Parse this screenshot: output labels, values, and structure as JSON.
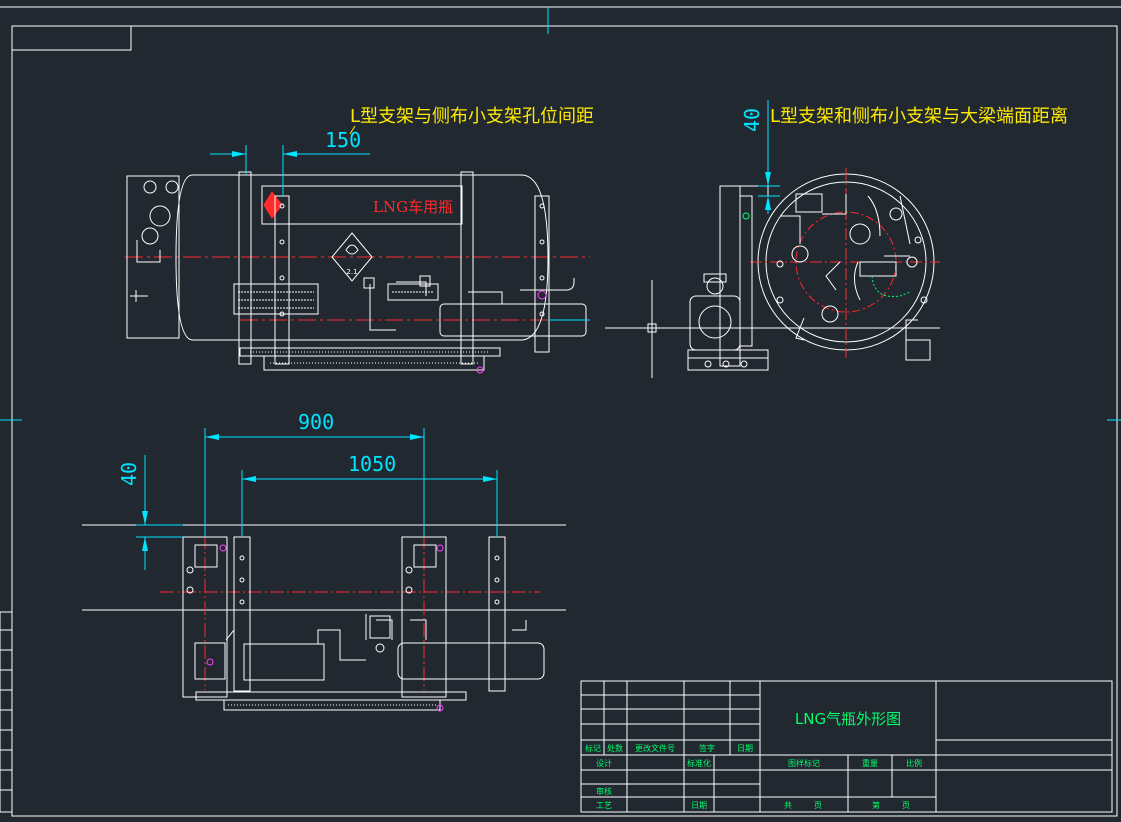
{
  "annotations": {
    "left_note": "L型支架与侧布小支架孔位间距",
    "right_note": "L型支架和侧布小支架与大梁端面距离"
  },
  "dimensions": {
    "d150": "150",
    "d40_top": "40",
    "d900": "900",
    "d1050": "1050",
    "d40_left": "40"
  },
  "plate": {
    "label": "LNG车用瓶",
    "hazard_number": "2.1"
  },
  "title_block": {
    "title": "LNG气瓶外形图",
    "row1": [
      "标记",
      "处数",
      "更改文件号",
      "签字",
      "日期"
    ],
    "row2": [
      "设计",
      "标准化"
    ],
    "row3": [
      "审核"
    ],
    "row4": [
      "工艺",
      "日期"
    ],
    "stage_header": [
      "图样标记",
      "重量",
      "比例"
    ],
    "sheet_row": [
      "共",
      "页",
      "第",
      "页"
    ]
  },
  "colors": {
    "background": "#212830",
    "line": "#ffffff",
    "dimension": "#00e5ff",
    "centerline": "#ff2a2a",
    "note": "#ffea00",
    "title": "#00ff6a",
    "accent_magenta": "#ff3dff"
  }
}
